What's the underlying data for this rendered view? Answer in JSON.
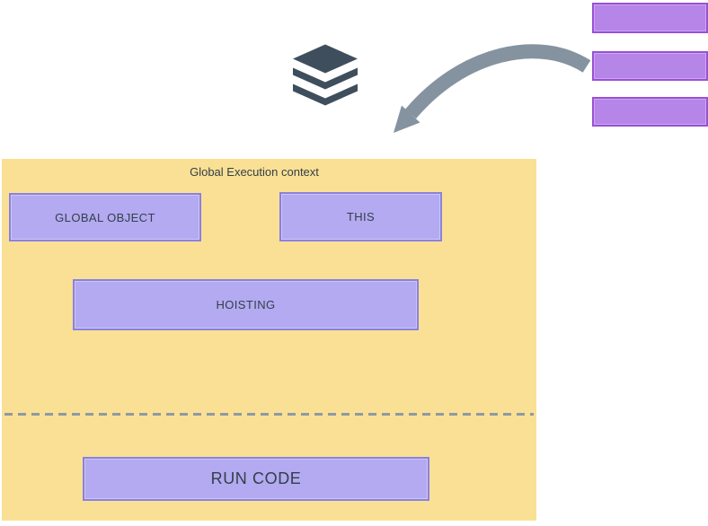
{
  "diagram": {
    "title": "Global Execution context",
    "context_boxes": [
      {
        "id": "global-object",
        "label": "GLOBAL OBJECT"
      },
      {
        "id": "this",
        "label": "THIS"
      },
      {
        "id": "hoisting",
        "label": "HOISTING"
      },
      {
        "id": "run-code",
        "label": "RUN CODE"
      }
    ],
    "stack_boxes": [
      {
        "label": ""
      },
      {
        "label": ""
      },
      {
        "label": ""
      }
    ],
    "icons": [
      {
        "name": "layers-stack-icon"
      },
      {
        "name": "curved-arrow-icon"
      }
    ],
    "colors": {
      "context_background": "#fae094",
      "context_box_fill": "#b3aaf1",
      "context_box_border": "#8a81de",
      "stack_box_fill": "#b685e8",
      "stack_box_border": "#9b4fd6",
      "layers_icon": "#3e4e5c",
      "arrow": "#8593a0",
      "text": "#333f48",
      "divider": "#8e99a3"
    }
  }
}
